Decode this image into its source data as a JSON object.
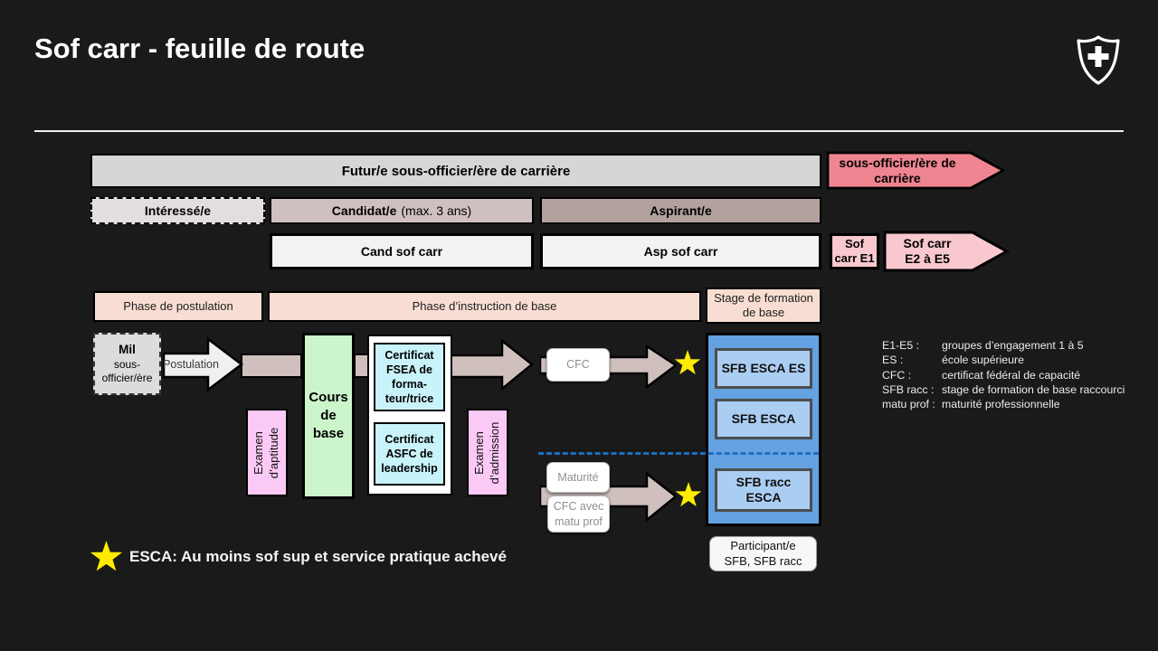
{
  "title": "Sof carr - feuille de route",
  "logo": {
    "name": "swiss-armed-forces-shield"
  },
  "colors": {
    "background": "#1a1a1a",
    "top_bar": "#d6d6d6",
    "salmon_arrow": "#ee8590",
    "pink_box": "#f9c8ce",
    "interested_box": "#e3dede",
    "candidate_bar": "#cfc0c0",
    "aspirant_bar": "#b3a19e",
    "white_box": "#f2f2f2",
    "phase_bar": "#f8ded2",
    "flow_band": "#cfc0bd",
    "exam_box": "#fbc9f6",
    "course_box": "#ccf5cc",
    "certificate_box": "#c9f3fa",
    "blue_container": "#64a2e2",
    "blue_box": "#aacdf2",
    "dashed_line": "#1e6fc0",
    "star": "#ffec00"
  },
  "bars": {
    "futur": "Futur/e sous-officier/ère de carrière",
    "sous_off_carr": [
      "sous-officier/ère de",
      "carrière"
    ],
    "interesse": "Intéressé/e",
    "candidat": "Candidat/e",
    "candidat_suffix": "(max. 3 ans)",
    "aspirant": "Aspirant/e",
    "cand_sof": "Cand sof carr",
    "asp_sof": "Asp sof carr",
    "sof_e1": [
      "Sof",
      "carr E1"
    ],
    "sof_e2": [
      "Sof carr",
      "E2 à E5"
    ]
  },
  "phases": {
    "postulation": "Phase de postulation",
    "instruction": "Phase d’instruction de base",
    "stage": [
      "Stage de formation",
      "de base"
    ]
  },
  "flow": {
    "mil": [
      "Mil",
      "sous-",
      "officier/ère"
    ],
    "postulation_label": "Postulation",
    "exam_aptitude": [
      "Examen",
      "d’aptitude"
    ],
    "cours": [
      "Cours",
      "de",
      "base"
    ],
    "cert_fsea": [
      "Certificat",
      "FSEA de",
      "forma-",
      "teur/trice"
    ],
    "cert_asfc": [
      "Certificat",
      "ASFC de",
      "leadership"
    ],
    "exam_admission": [
      "Examen",
      "d’admission"
    ],
    "cfc": "CFC",
    "maturite": "Maturité",
    "cfc_matu": [
      "CFC avec",
      "matu prof"
    ],
    "sfb_esca_es": "SFB ESCA ES",
    "sfb_esca": "SFB ESCA",
    "sfb_racc": [
      "SFB racc",
      "ESCA"
    ],
    "participant": [
      "Participant/e",
      "SFB, SFB racc"
    ]
  },
  "legend": [
    {
      "term": "E1-E5 :",
      "def": "groupes d’engagement 1 à 5"
    },
    {
      "term": "ES :",
      "def": "école supérieure"
    },
    {
      "term": "CFC :",
      "def": "certificat fédéral de capacité"
    },
    {
      "term": "SFB racc :",
      "def": "stage de formation de base raccourci"
    },
    {
      "term": "matu prof :",
      "def": "maturité professionnelle"
    }
  ],
  "footnote": "ESCA: Au moins sof sup et service pratique achevé"
}
